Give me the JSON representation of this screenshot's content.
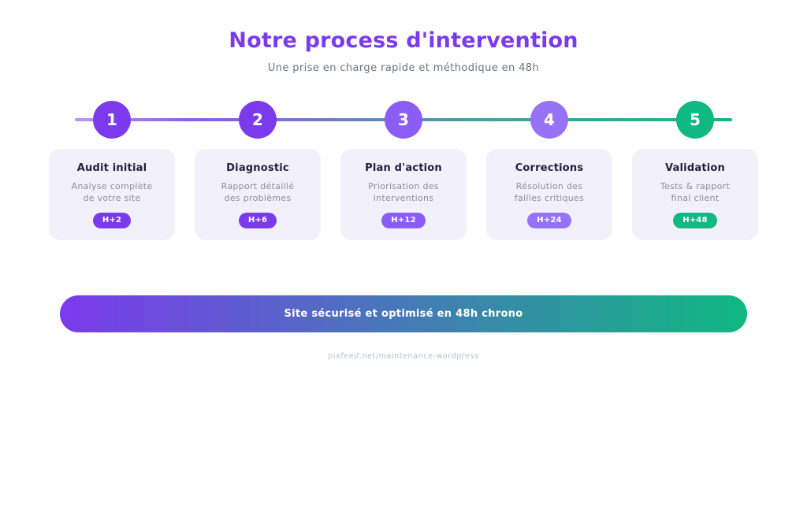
{
  "header": {
    "title": "Notre process d'intervention",
    "subtitle": "Une prise en charge rapide et méthodique en 48h"
  },
  "steps": [
    {
      "number": "1",
      "title": "Audit initial",
      "description_line1": "Analyse complète",
      "description_line2": "de votre site",
      "badge": "H+2",
      "color": "#7c3aed"
    },
    {
      "number": "2",
      "title": "Diagnostic",
      "description_line1": "Rapport détaillé",
      "description_line2": "des problèmes",
      "badge": "H+6",
      "color": "#7c3aed"
    },
    {
      "number": "3",
      "title": "Plan d'action",
      "description_line1": "Priorisation des",
      "description_line2": "interventions",
      "badge": "H+12",
      "color": "#8b5cf6"
    },
    {
      "number": "4",
      "title": "Corrections",
      "description_line1": "Résolution des",
      "description_line2": "failles critiques",
      "badge": "H+24",
      "color": "#9672f6"
    },
    {
      "number": "5",
      "title": "Validation",
      "description_line1": "Tests & rapport",
      "description_line2": "final client",
      "badge": "H+48",
      "color": "#10b981"
    }
  ],
  "timeline": {
    "gradient_colors": [
      "#b29bf0",
      "#8a5cf0",
      "#3fa49f",
      "#10b981"
    ]
  },
  "banner": {
    "label": "Site sécurisé et optimisé en 48h chrono",
    "gradient_start": "#7c3aed",
    "gradient_end": "#10b981"
  },
  "footer": {
    "url": "pixfeed.net/maintenance-wordpress"
  }
}
